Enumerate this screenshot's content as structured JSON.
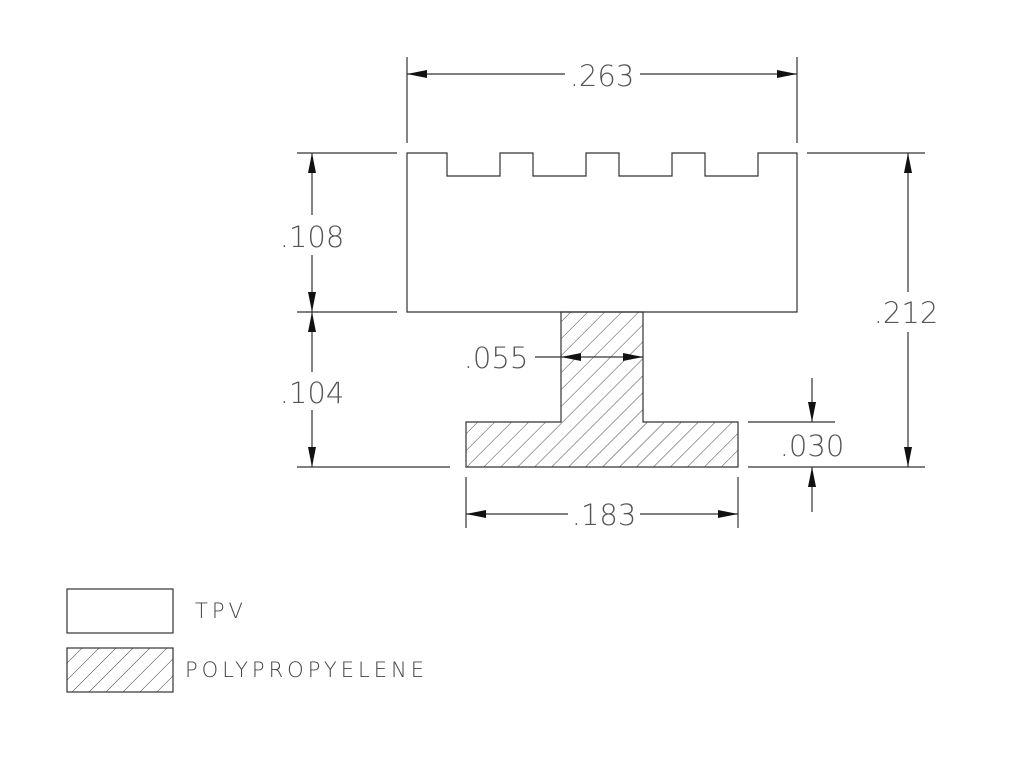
{
  "dimensions": {
    "overall_width": ".263",
    "upper_height": ".108",
    "lower_height": ".104",
    "total_height": ".212",
    "stem_width": ".055",
    "flange_thickness": ".030",
    "flange_width": ".183"
  },
  "legend": [
    {
      "label": "TPV",
      "pattern": "plain"
    },
    {
      "label": "POLYPROPYELENE",
      "pattern": "hatched"
    }
  ],
  "colors": {
    "line": "#333333",
    "text": "#555555",
    "background": "#ffffff"
  }
}
